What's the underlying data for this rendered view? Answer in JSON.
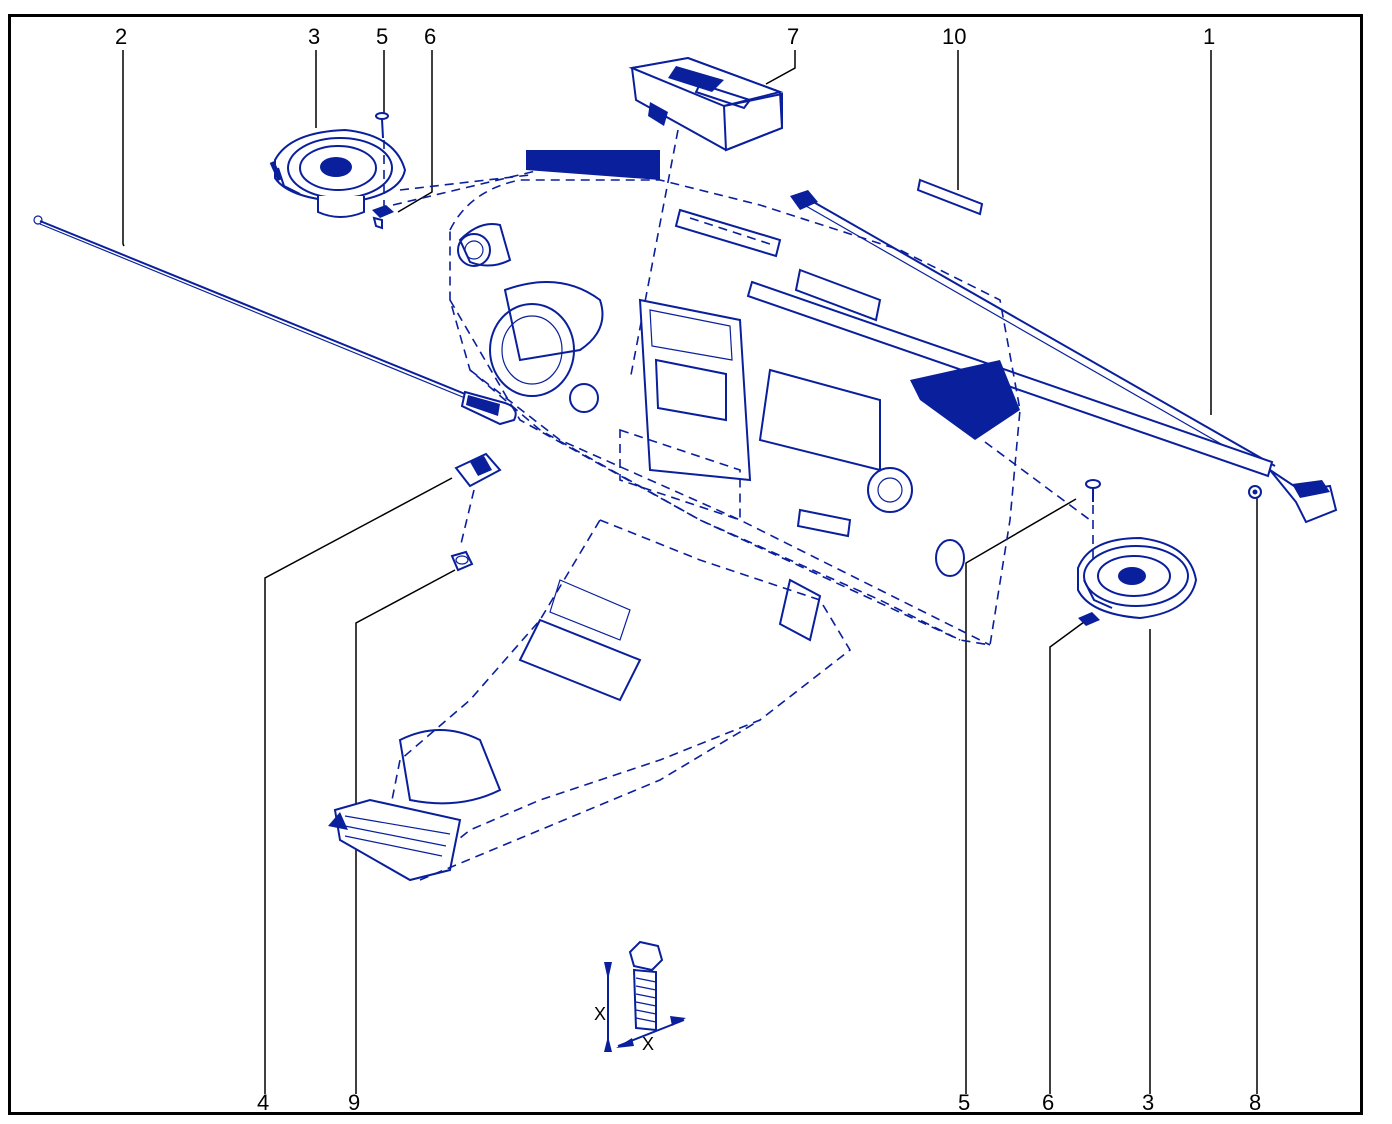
{
  "colors": {
    "ink": "#0a1f9c",
    "frame": "#000000",
    "background": "#ffffff"
  },
  "callouts": {
    "top": [
      {
        "id": "c2",
        "text": "2"
      },
      {
        "id": "c3",
        "text": "3"
      },
      {
        "id": "c5",
        "text": "5"
      },
      {
        "id": "c6",
        "text": "6"
      },
      {
        "id": "c7",
        "text": "7"
      },
      {
        "id": "c10",
        "text": "10"
      },
      {
        "id": "c1",
        "text": "1"
      }
    ],
    "bottom": [
      {
        "id": "c4",
        "text": "4"
      },
      {
        "id": "c9",
        "text": "9"
      },
      {
        "id": "c5b",
        "text": "5"
      },
      {
        "id": "c6b",
        "text": "6"
      },
      {
        "id": "c3b",
        "text": "3"
      },
      {
        "id": "c8",
        "text": "8"
      }
    ]
  },
  "bolt_detail": {
    "dim_vertical": "X",
    "dim_horizontal": "X"
  }
}
